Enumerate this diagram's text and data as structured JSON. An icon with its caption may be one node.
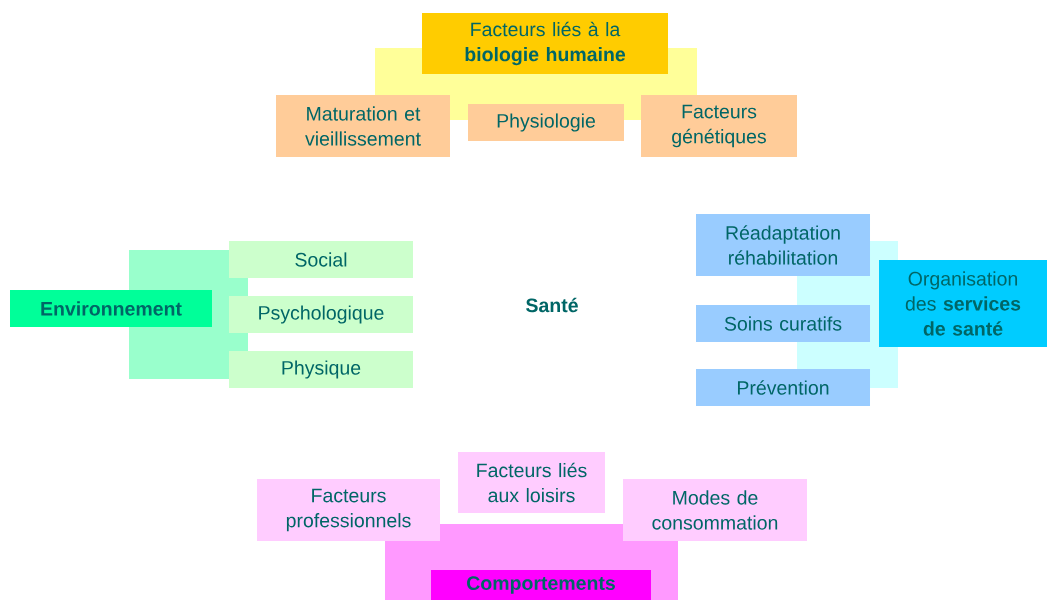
{
  "diagram": {
    "nodes": [
      {
        "text": [],
        "shape": "box"
      },
      {
        "text": [
          "Facteurs liés à la **biologie humaine**"
        ]
      },
      {
        "text": [
          "Maturation et vieillissement"
        ]
      },
      {
        "text": [
          "Physiologie"
        ]
      },
      {
        "text": [
          "Facteurs génétiques"
        ]
      },
      {
        "text": [],
        "shape": "box"
      },
      {
        "text": [
          "Environnement"
        ]
      },
      {
        "text": [
          "Social"
        ]
      },
      {
        "text": [
          "Psychologique"
        ]
      },
      {
        "text": [
          "Physique"
        ]
      },
      {
        "text": [],
        "shape": "box"
      },
      {
        "text": [
          "Réadaptation réhabilitation"
        ]
      },
      {
        "text": [
          "Organisation des **services de santé**"
        ]
      },
      {
        "text": [
          "Soins curatifs"
        ]
      },
      {
        "text": [
          "Prévention"
        ]
      },
      {
        "text": [
          "Facteurs liés aux loisirs"
        ]
      },
      {
        "text": [
          "Facteurs professionnels"
        ]
      },
      {
        "text": [
          "Modes de consommation"
        ]
      },
      {
        "text": [],
        "shape": "box"
      },
      {
        "text": [
          "Comportements"
        ],
        "in": 18
      }
    ],
    "labels": [
      "Santé"
    ]
  }
}
